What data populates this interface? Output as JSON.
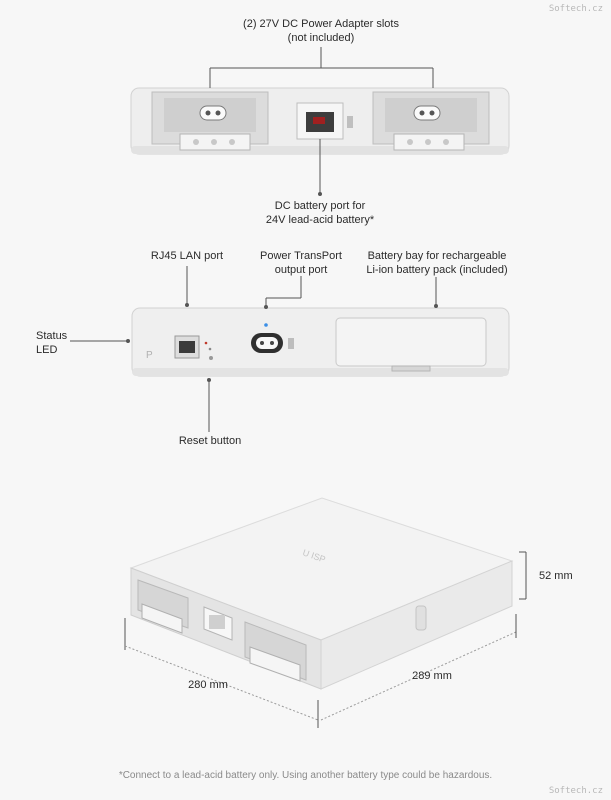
{
  "watermark": "Softech.cz",
  "labels": {
    "adapter_slots_line1": "(2) 27V DC Power Adapter slots",
    "adapter_slots_line2": "(not included)",
    "dc_battery_line1": "DC battery port for",
    "dc_battery_line2": "24V lead-acid battery*",
    "rj45": "RJ45 LAN port",
    "transport_line1": "Power TransPort",
    "transport_line2": "output port",
    "battery_bay_line1": "Battery bay for rechargeable",
    "battery_bay_line2": "Li-ion battery pack (included)",
    "status_line1": "Status",
    "status_line2": "LED",
    "reset": "Reset button"
  },
  "dimensions": {
    "height": "52 mm",
    "depth": "280 mm",
    "width": "289 mm"
  },
  "footnote": "*Connect to a lead-acid battery only. Using another battery type could be hazardous.",
  "colors": {
    "device_body": "#ececec",
    "device_edge": "#d0d0d0",
    "callout_line": "#555555",
    "led_blue": "#3a8ee6"
  }
}
